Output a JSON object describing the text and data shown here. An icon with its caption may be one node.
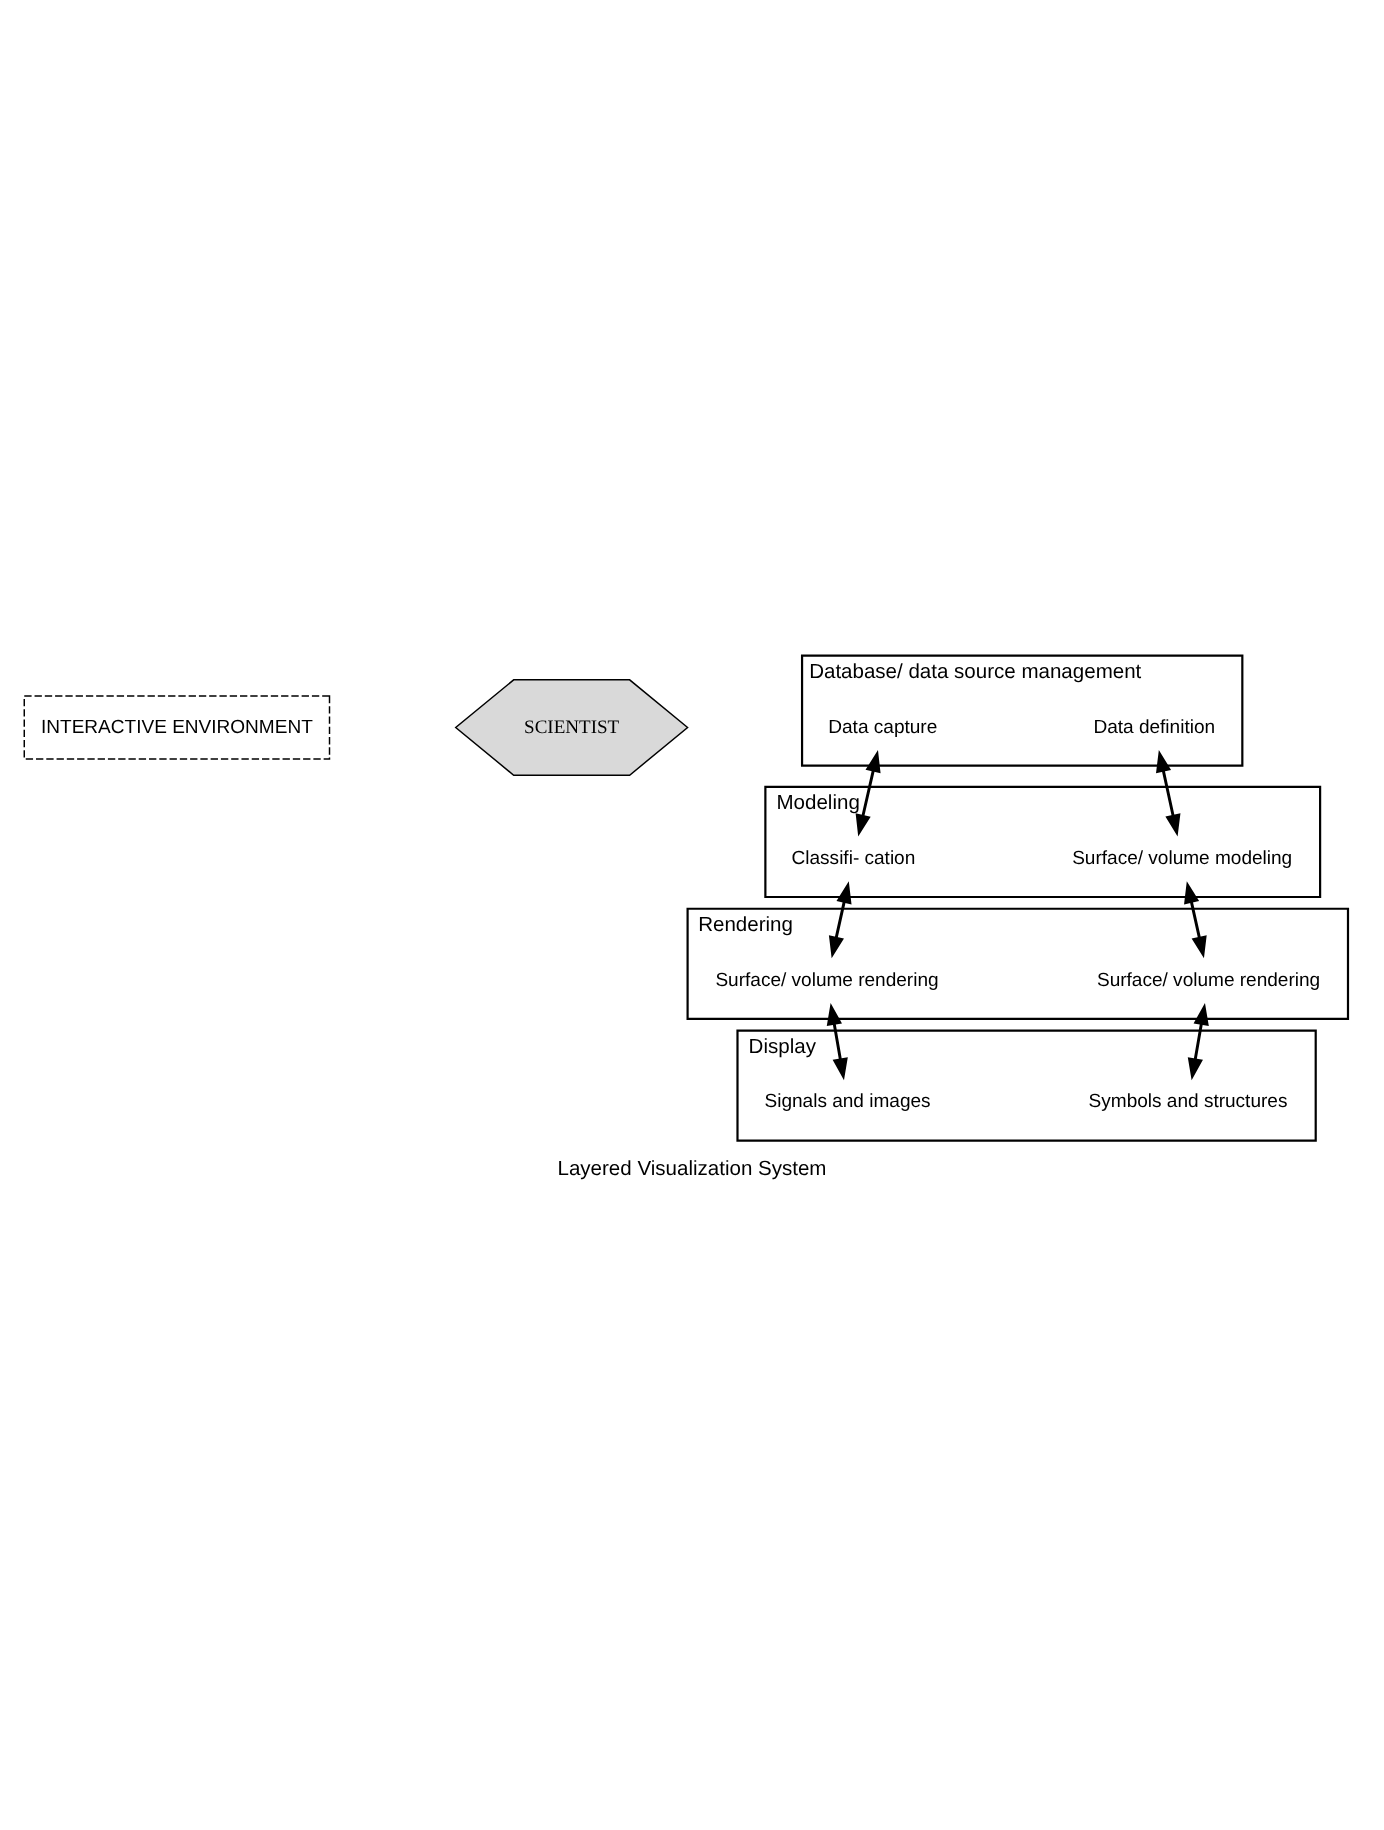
{
  "diagram": {
    "caption": "Layered Visualization System",
    "nodes": [
      {
        "text": [
          "INTERACTIVE ENVIRONMENT"
        ]
      },
      {
        "text": [
          "SCIENTIST"
        ]
      },
      {
        "text": [
          "Database/ data source management"
        ]
      },
      {
        "text": [
          "Data definition"
        ],
        "in": 2
      },
      {
        "text": [
          "Data capture"
        ],
        "in": 2
      },
      {
        "text": [
          "Modeling"
        ]
      },
      {
        "text": [
          "Surface/ volume modeling"
        ],
        "in": 5
      },
      {
        "text": [
          "Classifi- cation"
        ],
        "in": 5
      },
      {
        "text": [
          "Rendering"
        ]
      },
      {
        "text": [
          "Surface/ volume rendering"
        ],
        "in": 8
      },
      {
        "text": [
          "Surface/ volume rendering"
        ],
        "in": 8
      },
      {
        "text": [
          "Display"
        ]
      },
      {
        "text": [
          "Symbols and structures"
        ],
        "in": 11
      },
      {
        "text": [
          "Signals and images"
        ],
        "in": 11
      }
    ],
    "edges": [
      {
        "from": 3,
        "to": 6,
        "arrow": "both"
      },
      {
        "from": 6,
        "to": 9,
        "arrow": "both"
      },
      {
        "from": 9,
        "to": 12,
        "arrow": "both"
      },
      {
        "from": 4,
        "to": 7,
        "arrow": "both"
      },
      {
        "from": 7,
        "to": 10,
        "arrow": "both"
      },
      {
        "from": 10,
        "to": 13,
        "arrow": "both"
      }
    ]
  }
}
